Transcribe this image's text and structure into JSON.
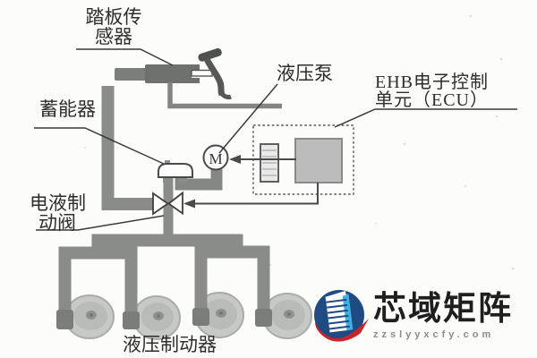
{
  "diagram": {
    "labels": {
      "pedal_sensor": {
        "line1": "踏板传",
        "line2": "感器"
      },
      "accumulator": "蓄能器",
      "pump": "液压泵",
      "ecu": {
        "line1": "EHB电子控制",
        "line2": "单元（ECU）"
      },
      "brake_valve": {
        "line1": "电液制",
        "line2": "动阀"
      },
      "wheel_brakes": "液压制动器",
      "motor_symbol": "M"
    },
    "wheel_brake_count": 4,
    "colors": {
      "pipe_gray": "#8a8c89",
      "line_dark": "#3f3f3f",
      "ecu_block_gray": "#bcbcbc",
      "background": "#fcfcfb"
    }
  },
  "watermark": {
    "brand": "芯域矩阵",
    "domain": "zzslyyxcfy.com",
    "logo_colors": {
      "circle_blue": "#1d4b82",
      "swoosh_red": "#c8242c",
      "facet_cyan": "#3fb0e2"
    }
  }
}
